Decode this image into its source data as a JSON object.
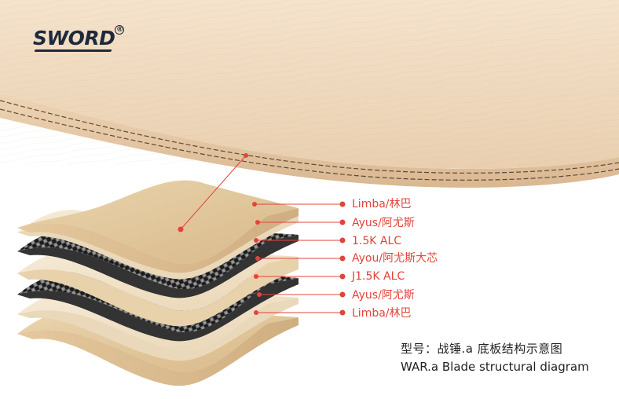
{
  "brand": {
    "name": "SWORD",
    "registered_mark": "®"
  },
  "layers": [
    {
      "label": "Limba/林巴"
    },
    {
      "label": "Ayus/阿尤斯"
    },
    {
      "label": "1.5K ALC"
    },
    {
      "label": "Ayou/阿尤斯大芯"
    },
    {
      "label": "J1.5K ALC"
    },
    {
      "label": "Ayus/阿尤斯"
    },
    {
      "label": "Limba/林巴"
    }
  ],
  "caption": {
    "cn": "型号：战锤.a   底板结构示意图",
    "en": "WAR.a  Blade structural diagram"
  },
  "colors": {
    "accent": "#e0453a",
    "wood_face": "#f1dcc2",
    "limba": "#e7cfa7",
    "ayous": "#f4e6cf",
    "carbon": "#2a2a2a",
    "text": "#222222"
  }
}
